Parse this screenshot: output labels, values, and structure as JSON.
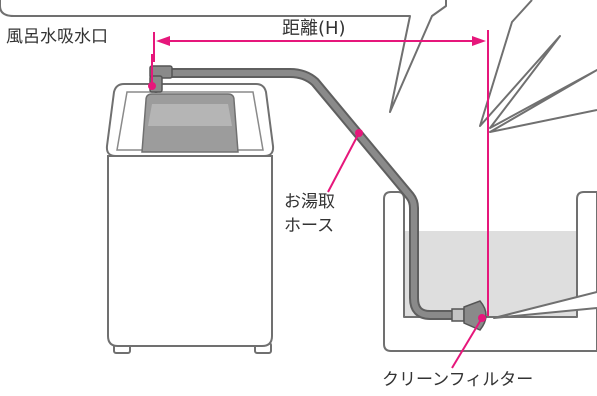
{
  "labels": {
    "bath_water_inlet": "風呂水吸水口",
    "distance": "距離(H)",
    "hose_line1": "お湯取",
    "hose_line2": "ホース",
    "clean_filter": "クリーンフィルター"
  },
  "colors": {
    "leader_line": "#e6177b",
    "hose": "#8a8a8a",
    "outline": "#707070",
    "bathtub_water": "#dedede",
    "machine_body": "#ffffff",
    "speech_bubble_fill": "#ffffff"
  },
  "icons": {
    "washing_machine": "washing-machine-icon",
    "bathtub": "bathtub-icon",
    "hose": "hose-icon",
    "filter": "filter-icon"
  }
}
